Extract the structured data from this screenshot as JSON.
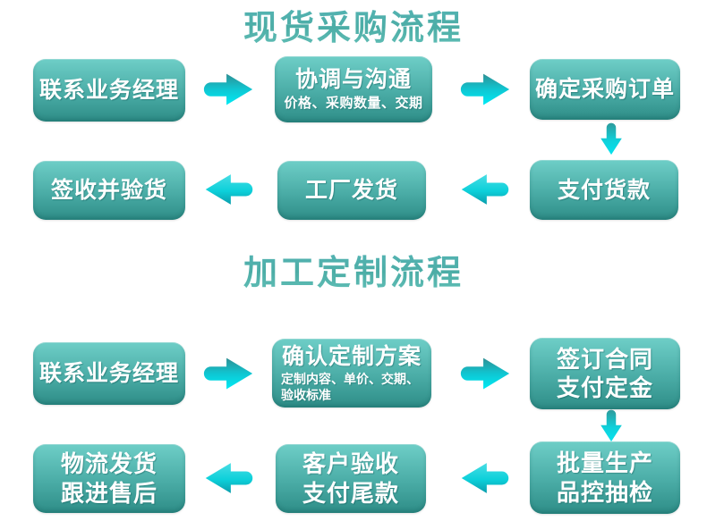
{
  "page": {
    "background_color": "#ffffff"
  },
  "colors": {
    "box_gradient_top": "#6ecec7",
    "box_gradient_bottom": "#2e8d87",
    "box_text": "#ffffff",
    "title_teal": "#49aaa4",
    "arrow_dark_teal": "#2f8f93",
    "arrow_bright_cyan": "#00ebf5"
  },
  "icons": {
    "right_arrow": "arrow-right-icon",
    "left_arrow": "arrow-left-icon",
    "down_arrow": "arrow-down-icon"
  },
  "sections": [
    {
      "title": "现货采购流程",
      "rows": [
        {
          "flow_direction": "left-to-right",
          "boxes": [
            {
              "main": "联系业务经理"
            },
            {
              "main": "协调与沟通",
              "sub": "价格、采购数量、交期"
            },
            {
              "main": "确定采购订单"
            }
          ]
        },
        {
          "flow_direction": "right-to-left",
          "boxes": [
            {
              "main": "签收并验货"
            },
            {
              "main": "工厂发货"
            },
            {
              "main": "支付货款"
            }
          ]
        }
      ]
    },
    {
      "title": "加工定制流程",
      "rows": [
        {
          "flow_direction": "left-to-right",
          "boxes": [
            {
              "main": "联系业务经理"
            },
            {
              "main": "确认定制方案",
              "sub_line1": "定制内容、单价、交期、",
              "sub_line2": "验收标准"
            },
            {
              "line1": "签订合同",
              "line2": "支付定金"
            }
          ]
        },
        {
          "flow_direction": "right-to-left",
          "boxes": [
            {
              "line1": "物流发货",
              "line2": "跟进售后"
            },
            {
              "line1": "客户验收",
              "line2": "支付尾款"
            },
            {
              "line1": "批量生产",
              "line2": "品控抽检"
            }
          ]
        }
      ]
    }
  ]
}
